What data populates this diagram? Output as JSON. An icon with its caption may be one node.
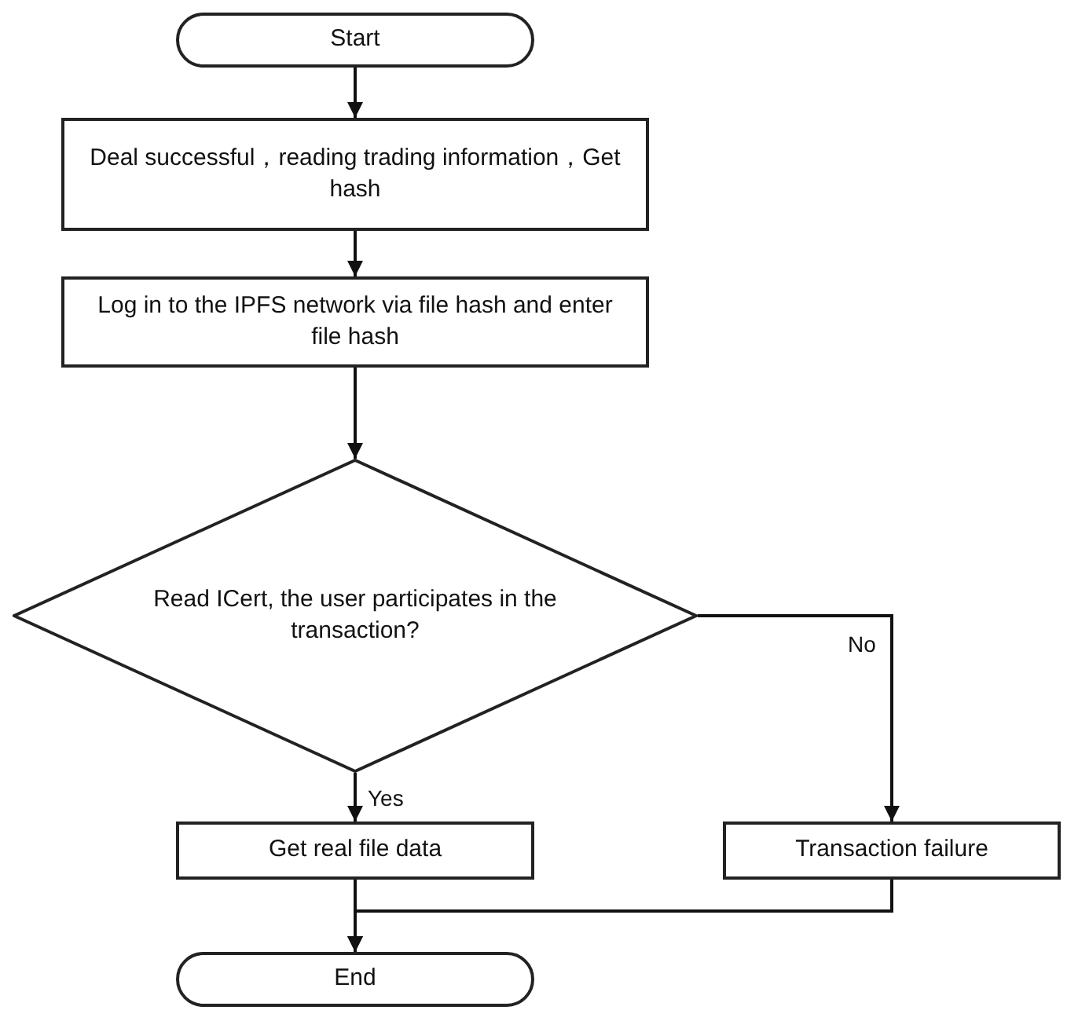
{
  "diagram": {
    "nodes": [
      {
        "text": [
          "Start"
        ]
      },
      {
        "text": [
          "Deal successful，reading trading information，Get hash"
        ]
      },
      {
        "text": [
          "Log in to the IPFS network via file hash and enter file hash"
        ]
      },
      {
        "text": [
          "Read ICert, the user participates in the transaction?"
        ]
      },
      {
        "text": [
          "Get real file data"
        ]
      },
      {
        "text": [
          "Transaction failure"
        ]
      },
      {
        "text": [
          "End"
        ]
      }
    ],
    "edges": [
      {
        "from": 0,
        "to": 1,
        "arrow": "to"
      },
      {
        "from": 1,
        "to": 2,
        "arrow": "to"
      },
      {
        "from": 2,
        "to": 3,
        "arrow": "to"
      },
      {
        "from": 3,
        "to": 4,
        "arrow": "to",
        "label": "Yes"
      },
      {
        "from": 3,
        "to": 5,
        "arrow": "to",
        "label": "No"
      },
      {
        "from": 4,
        "to": 6,
        "arrow": "to"
      },
      {
        "from": 5,
        "to": 6,
        "arrow": "to"
      }
    ]
  }
}
